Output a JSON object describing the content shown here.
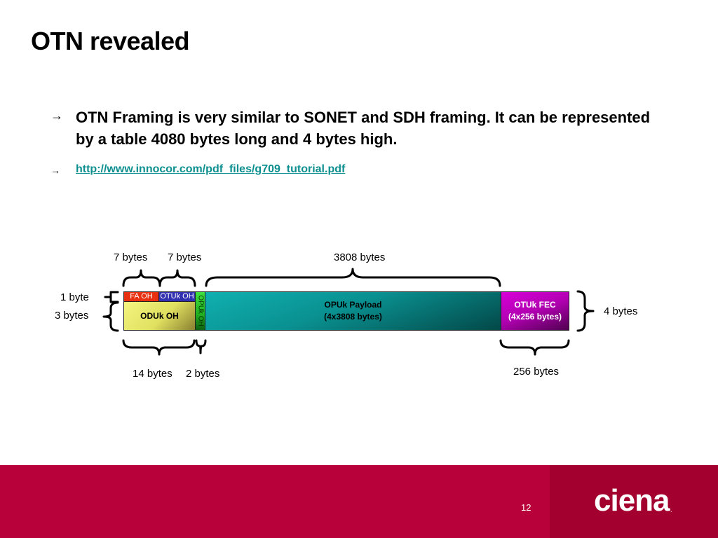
{
  "slide": {
    "title": "OTN revealed",
    "bullets": [
      {
        "text": "OTN Framing is very similar to SONET and SDH framing.  It can be represented by a table 4080 bytes long and 4 bytes high."
      },
      {
        "text": "http://www.innocor.com/pdf_files/g709_tutorial.pdf"
      }
    ],
    "arrow_glyph": "→",
    "page_number": "12",
    "logo_text": "ciena",
    "logo_mark": "."
  },
  "diagram": {
    "top_labels": {
      "fa_width": "7 bytes",
      "otuk_width": "7 bytes",
      "payload_width": "3808 bytes"
    },
    "left_labels": {
      "row1": "1 byte",
      "rows234": "3 bytes"
    },
    "right_label": "4 bytes",
    "bottom_labels": {
      "oh_width": "14 bytes",
      "opu_oh_width": "2 bytes",
      "fec_width": "256 bytes"
    },
    "blocks": {
      "fa_oh": "FA OH",
      "otuk_oh": "OTUk OH",
      "oduk_oh": "ODUk OH",
      "opuk_oh": "OPUk OH",
      "payload_line1": "OPUk Payload",
      "payload_line2": "(4x3808 bytes)",
      "fec_line1": "OTUk FEC",
      "fec_line2": "(4x256 bytes)"
    },
    "colors": {
      "fa_oh": "#e83010",
      "otuk_oh": "#3030b0",
      "oduk_oh": "#f0f070",
      "opuk_oh": "#20c020",
      "payload": "#0a9a9a",
      "fec": "#cc00cc"
    }
  }
}
